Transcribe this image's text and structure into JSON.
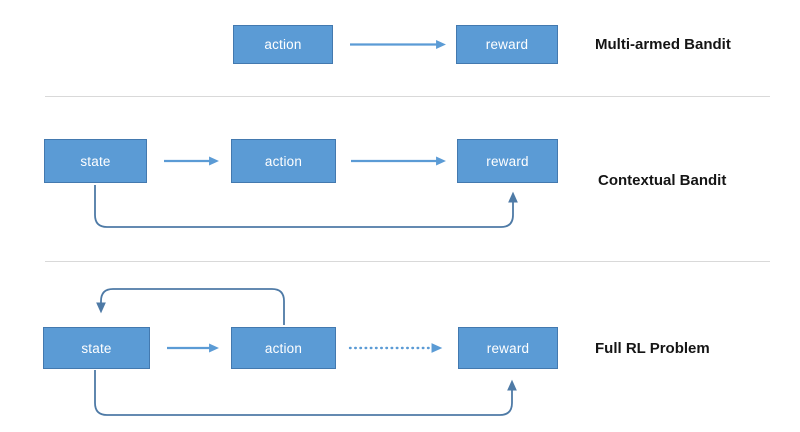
{
  "diagram": {
    "type": "flow-comparison",
    "rows": [
      {
        "title": "Multi-armed Bandit",
        "nodes": [
          {
            "label": "action"
          },
          {
            "label": "reward"
          }
        ],
        "connectors": [
          {
            "from": "action",
            "to": "reward",
            "style": "solid-arrow"
          }
        ]
      },
      {
        "title": "Contextual Bandit",
        "nodes": [
          {
            "label": "state"
          },
          {
            "label": "action"
          },
          {
            "label": "reward"
          }
        ],
        "connectors": [
          {
            "from": "state",
            "to": "action",
            "style": "solid-arrow"
          },
          {
            "from": "action",
            "to": "reward",
            "style": "solid-arrow"
          },
          {
            "from": "state",
            "to": "reward",
            "style": "curved-arrow-below"
          }
        ]
      },
      {
        "title": "Full RL Problem",
        "nodes": [
          {
            "label": "state"
          },
          {
            "label": "action"
          },
          {
            "label": "reward"
          }
        ],
        "connectors": [
          {
            "from": "action",
            "to": "state",
            "style": "curved-arrow-above"
          },
          {
            "from": "state",
            "to": "action",
            "style": "solid-arrow"
          },
          {
            "from": "action",
            "to": "reward",
            "style": "dotted-arrow"
          },
          {
            "from": "state",
            "to": "reward",
            "style": "curved-arrow-below"
          }
        ]
      }
    ],
    "colors": {
      "node_fill": "#5B9BD5",
      "node_border": "#4379AF",
      "node_text": "#FFFFFF",
      "straight_arrow": "#5B9BD5",
      "curved_connector": "#4E7AA6",
      "divider": "#D9D9D9",
      "title_text": "#151515"
    }
  }
}
